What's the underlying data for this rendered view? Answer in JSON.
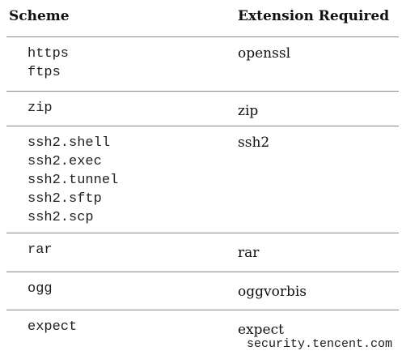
{
  "table": {
    "headers": {
      "scheme": "Scheme",
      "extension": "Extension Required"
    },
    "rows": [
      {
        "schemes": [
          "https",
          "ftps"
        ],
        "extension": "openssl"
      },
      {
        "schemes": [
          "zip"
        ],
        "extension": "zip"
      },
      {
        "schemes": [
          "ssh2.shell",
          "ssh2.exec",
          "ssh2.tunnel",
          "ssh2.sftp",
          "ssh2.scp"
        ],
        "extension": "ssh2"
      },
      {
        "schemes": [
          "rar"
        ],
        "extension": "rar"
      },
      {
        "schemes": [
          "ogg"
        ],
        "extension": "oggvorbis"
      },
      {
        "schemes": [
          "expect"
        ],
        "extension": "expect"
      }
    ]
  },
  "watermark": "security.tencent.com"
}
